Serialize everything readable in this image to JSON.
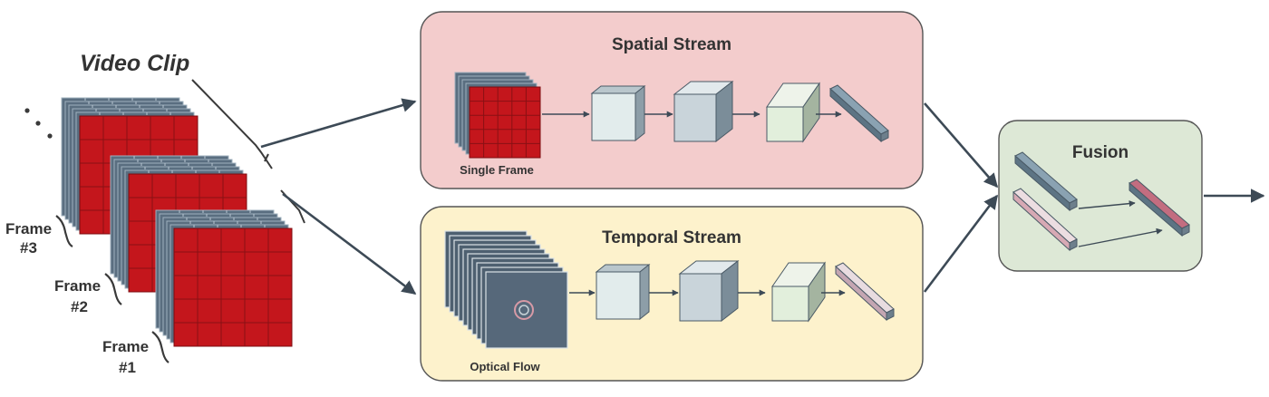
{
  "title": "Video Clip",
  "frames": [
    {
      "label_line1": "Frame",
      "label_line2": "#3"
    },
    {
      "label_line1": "Frame",
      "label_line2": "#2"
    },
    {
      "label_line1": "Frame",
      "label_line2": "#1"
    }
  ],
  "spatial": {
    "title": "Spatial Stream",
    "input_label": "Single Frame"
  },
  "temporal": {
    "title": "Temporal Stream",
    "input_label": "Optical Flow"
  },
  "fusion": {
    "title": "Fusion"
  },
  "colors": {
    "frame_red": "#c4161c",
    "frame_back": "#5a6e80",
    "spatial_bg": "#f3cccc",
    "temporal_bg": "#fdf2cc",
    "fusion_bg": "#dde8d6",
    "arrow": "#3d4a56"
  }
}
